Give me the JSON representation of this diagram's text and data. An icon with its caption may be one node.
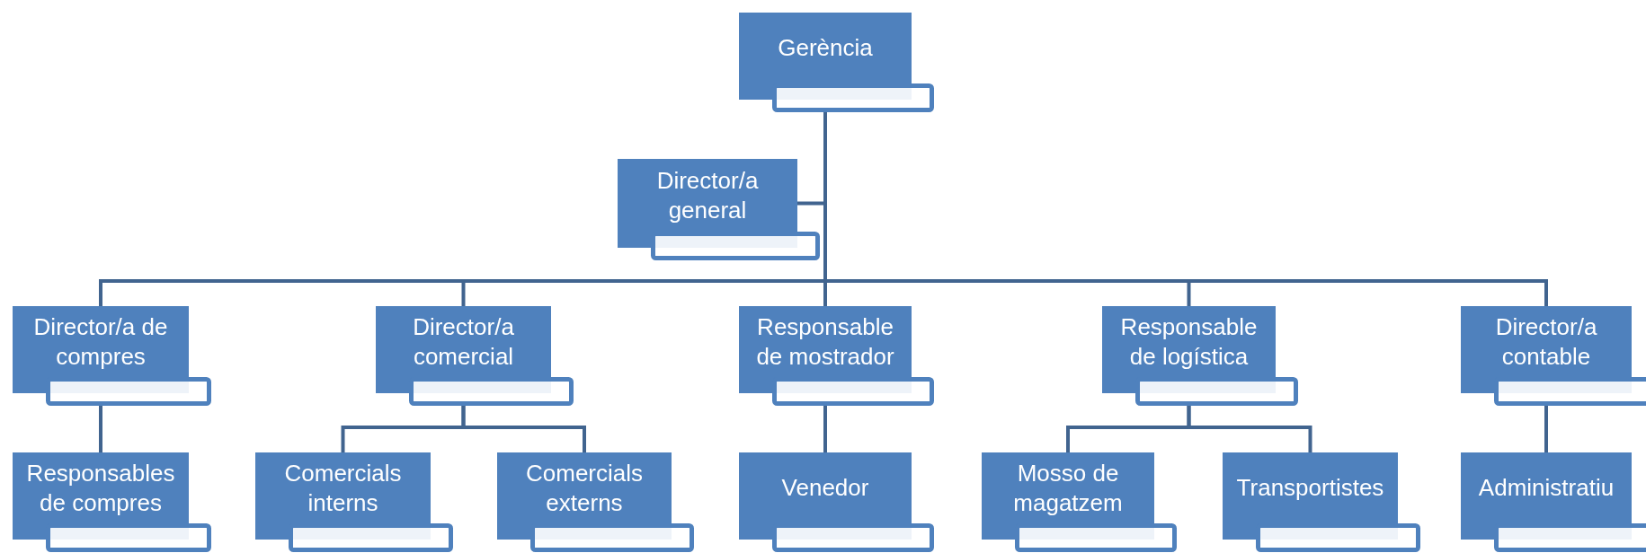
{
  "diagram": {
    "nodes": [
      {
        "text": [
          "Gerència"
        ]
      },
      {
        "text": [
          "Director/a general"
        ]
      },
      {
        "text": [
          "Director/a de compres"
        ]
      },
      {
        "text": [
          "Director/a comercial"
        ]
      },
      {
        "text": [
          "Responsable de mostrador"
        ]
      },
      {
        "text": [
          "Responsable de logística"
        ]
      },
      {
        "text": [
          "Director/a contable"
        ]
      },
      {
        "text": [
          "Responsables de compres"
        ]
      },
      {
        "text": [
          "Comercials interns"
        ]
      },
      {
        "text": [
          "Comercials externs"
        ]
      },
      {
        "text": [
          "Venedor"
        ]
      },
      {
        "text": [
          "Mosso de magatzem"
        ]
      },
      {
        "text": [
          "Transportistes"
        ]
      },
      {
        "text": [
          "Administratiu"
        ]
      }
    ],
    "edges": [
      {
        "from": 0,
        "to": 1,
        "arrow": "none"
      },
      {
        "from": 0,
        "to": 2,
        "arrow": "none"
      },
      {
        "from": 0,
        "to": 3,
        "arrow": "none"
      },
      {
        "from": 0,
        "to": 4,
        "arrow": "none"
      },
      {
        "from": 0,
        "to": 5,
        "arrow": "none"
      },
      {
        "from": 0,
        "to": 6,
        "arrow": "none"
      },
      {
        "from": 2,
        "to": 7,
        "arrow": "none"
      },
      {
        "from": 3,
        "to": 8,
        "arrow": "none"
      },
      {
        "from": 3,
        "to": 9,
        "arrow": "none"
      },
      {
        "from": 4,
        "to": 10,
        "arrow": "none"
      },
      {
        "from": 5,
        "to": 11,
        "arrow": "none"
      },
      {
        "from": 5,
        "to": 12,
        "arrow": "none"
      },
      {
        "from": 6,
        "to": 13,
        "arrow": "none"
      }
    ]
  }
}
